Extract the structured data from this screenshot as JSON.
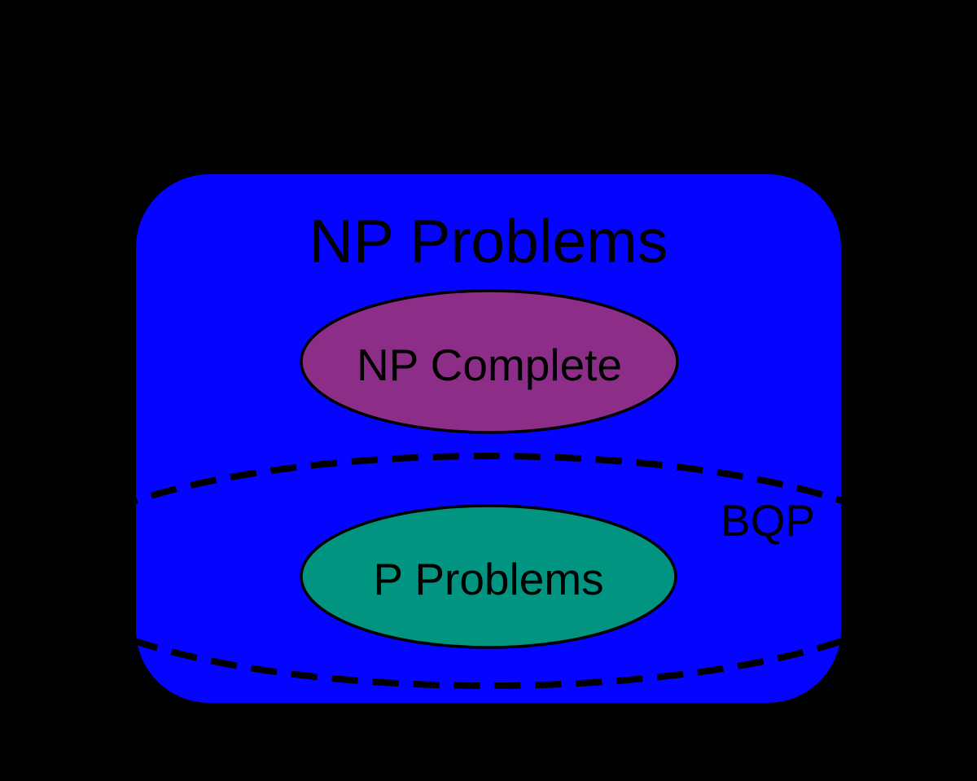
{
  "diagram": {
    "background_color": "#000000",
    "text_color": "#000000",
    "outline_color": "#000000",
    "np": {
      "label": "NP Problems",
      "fill": "#0404FF"
    },
    "np_complete": {
      "label": "NP Complete",
      "fill": "#8C2D88"
    },
    "p": {
      "label": "P Problems",
      "fill": "#009481"
    },
    "bqp": {
      "label": "BQP",
      "border_style": "dashed",
      "border_color": "#000000"
    }
  }
}
